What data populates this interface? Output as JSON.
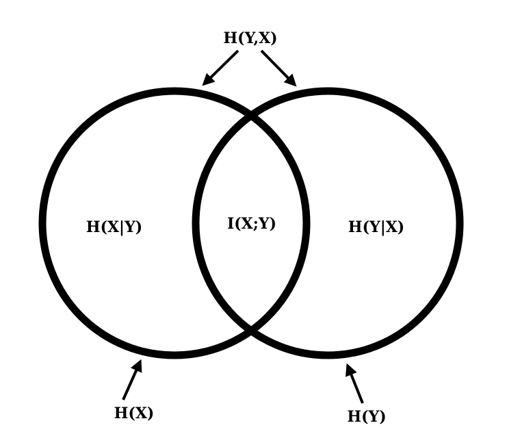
{
  "diagram": {
    "labels": {
      "joint_entropy": "H(Y,X)",
      "conditional_x_given_y": "H(X|Y)",
      "mutual_information": "I(X;Y)",
      "conditional_y_given_x": "H(Y|X)",
      "entropy_x": "H(X)",
      "entropy_y": "H(Y)"
    },
    "stroke_color": "#000000",
    "background_color": "#ffffff"
  }
}
